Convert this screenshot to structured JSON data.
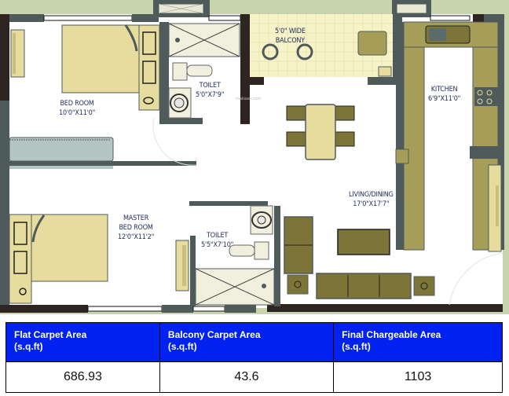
{
  "floor_plan": {
    "rooms": [
      {
        "id": "bedroom",
        "name": "BED ROOM",
        "size": "10'0\"X11'0\""
      },
      {
        "id": "toilet-1",
        "name": "TOILET",
        "size": "5'0\"X7'9\""
      },
      {
        "id": "balcony",
        "name": "5'0\" WIDE",
        "name2": "BALCONY"
      },
      {
        "id": "kitchen",
        "name": "KITCHEN",
        "size": "6'9\"X11'0\""
      },
      {
        "id": "master-bedroom",
        "name": "MASTER",
        "name2": "BED ROOM",
        "size": "12'0\"X11'2\""
      },
      {
        "id": "toilet-2",
        "name": "TOILET",
        "size": "5'5\"X7'10\""
      },
      {
        "id": "living-dining",
        "name": "LIVING/DINING",
        "size": "17'0\"X17'7\""
      }
    ],
    "colors": {
      "wall": "#4f5b5b",
      "wall_dark": "#2e2422",
      "furniture_light": "#e6dc9e",
      "furniture_dark": "#7d7438",
      "kitchen_counter": "#a69e58",
      "balcony_tile": "#f6f3c8",
      "toilet_floor": "#f1f0df",
      "wardrobe": "#b4c5c2",
      "border_green": "#c8d4ae"
    }
  },
  "area_table": {
    "headers": [
      {
        "line1": "Flat Carpet Area",
        "line2": "(s.q.ft)"
      },
      {
        "line1": "Balcony Carpet Area",
        "line2": "(s.q.ft)"
      },
      {
        "line1": "Final Chargeable Area",
        "line2": "(s.q.ft)"
      }
    ],
    "values": [
      "686.93",
      "43.6",
      "1103"
    ],
    "header_color": "#0022f0"
  }
}
